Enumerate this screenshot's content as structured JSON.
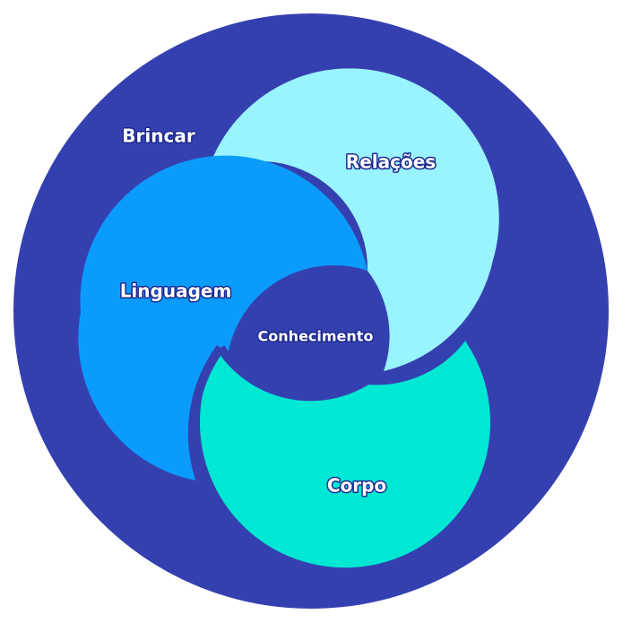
{
  "colors": {
    "outer": "#3540b0",
    "outer_border": "#ffffff",
    "relacoes": "#99f4ff",
    "linguagem": "#0b9bfb",
    "corpo": "#00e8d3",
    "separator": "#3540b0",
    "label_fill": "#ffffff",
    "label_outline": "#1d2a8f"
  },
  "labels": {
    "outer": "Brincar",
    "relacoes": "Relações",
    "linguagem": "Linguagem",
    "corpo": "Corpo",
    "center": "Conhecimento"
  }
}
